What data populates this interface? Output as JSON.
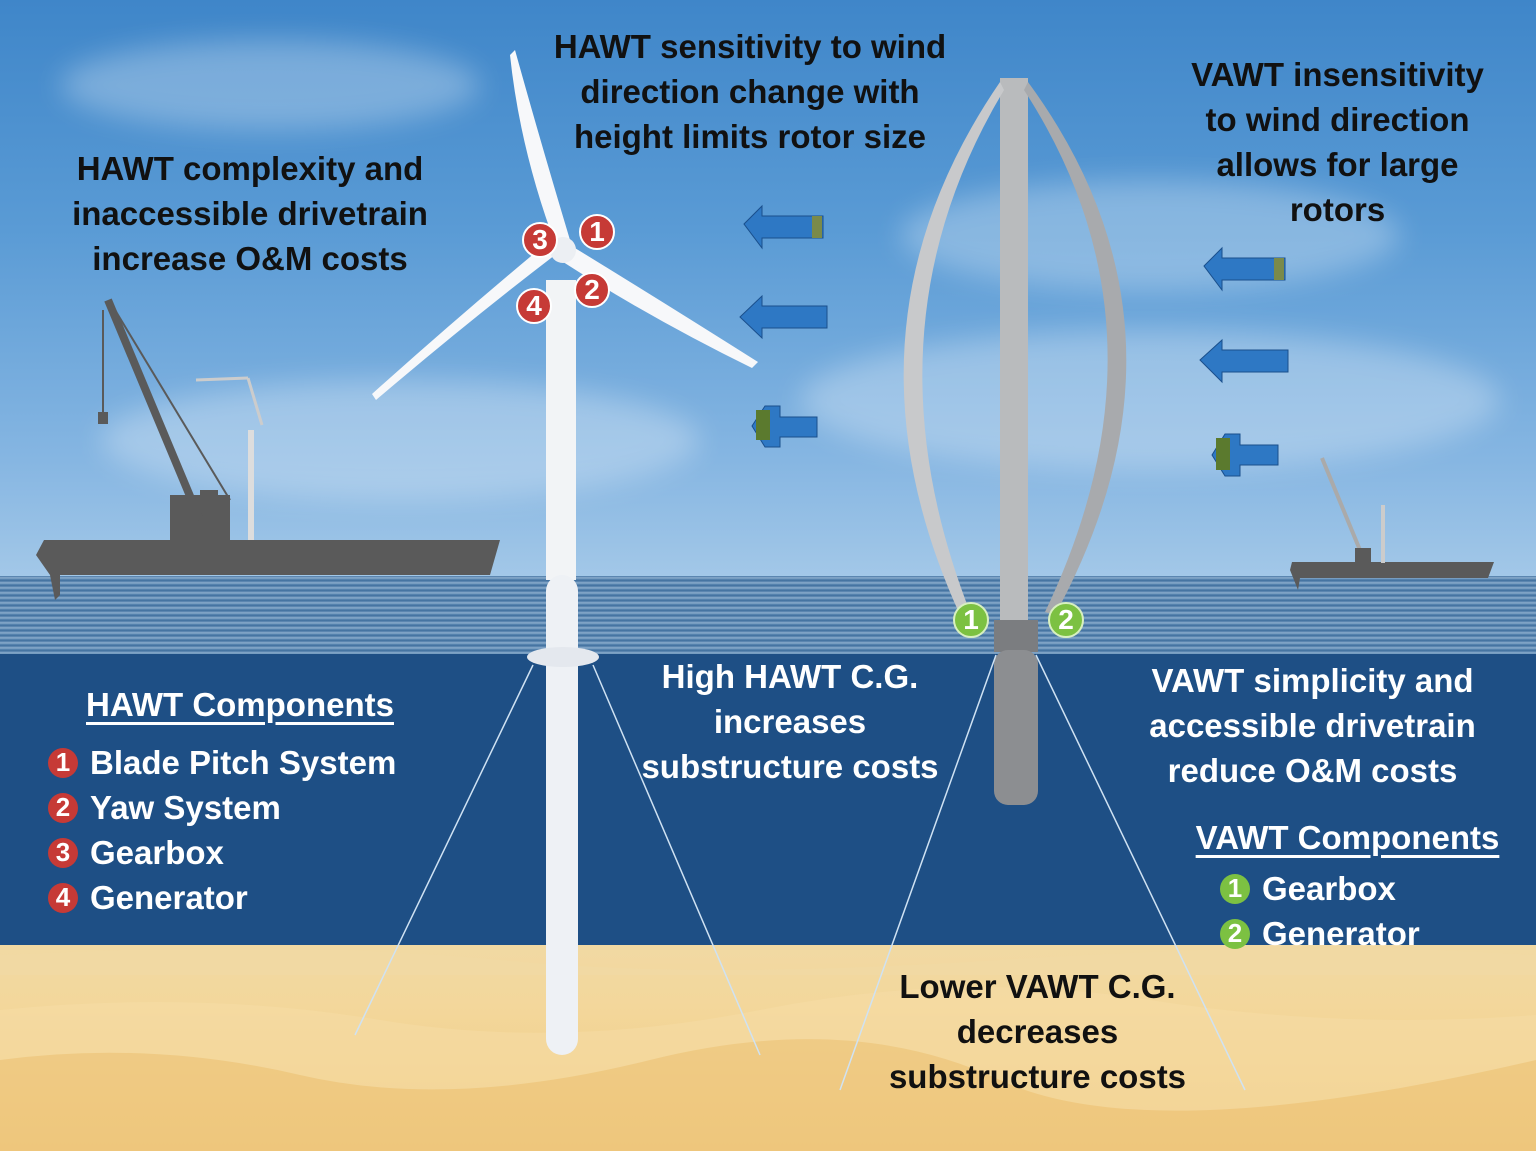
{
  "diagram": {
    "title_hawt_om": [
      "HAWT complexity and",
      "inaccessible drivetrain",
      "increase O&M costs"
    ],
    "title_hawt_sensitivity": [
      "HAWT sensitivity to wind",
      "direction change with",
      "height limits rotor size"
    ],
    "title_vawt_insensitivity": [
      "VAWT  insensitivity",
      "to wind direction",
      "allows for large",
      "rotors"
    ],
    "hawt_cg": [
      "High HAWT C.G.",
      "increases",
      "substructure costs"
    ],
    "vawt_om": [
      "VAWT simplicity and",
      "accessible drivetrain",
      "reduce O&M costs"
    ],
    "vawt_cg": [
      "Lower VAWT C.G.",
      "decreases",
      "substructure  costs"
    ],
    "hawt_components": {
      "heading": "HAWT Components",
      "items": [
        {
          "num": "1",
          "label": "Blade Pitch System"
        },
        {
          "num": "2",
          "label": "Yaw System"
        },
        {
          "num": "3",
          "label": "Gearbox"
        },
        {
          "num": "4",
          "label": "Generator"
        }
      ],
      "badge_color": "#c63a36"
    },
    "vawt_components": {
      "heading": "VAWT Components",
      "items": [
        {
          "num": "1",
          "label": "Gearbox"
        },
        {
          "num": "2",
          "label": "Generator"
        }
      ],
      "badge_color": "#7cc142"
    },
    "hawt_callouts": [
      "1",
      "2",
      "3",
      "4"
    ],
    "vawt_callouts": [
      "1",
      "2"
    ],
    "colors": {
      "sky_top": "#3f86c9",
      "underwater": "#1e4f85",
      "sand": "#f0cf8c",
      "arrow_blue": "#2e78c4",
      "ship_gray": "#5a5a5a"
    }
  }
}
